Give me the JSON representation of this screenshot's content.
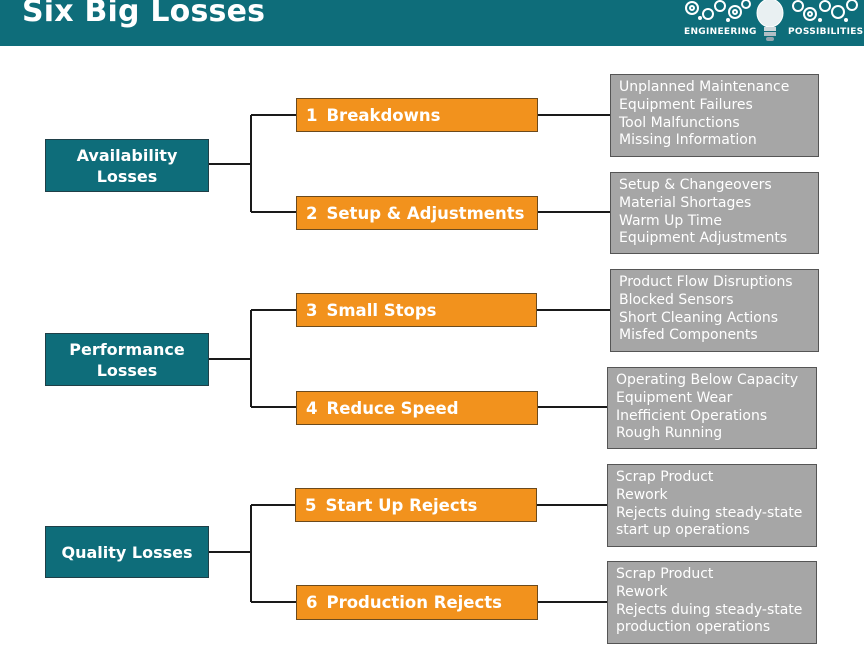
{
  "header": {
    "title": "Six Big Losses",
    "logo_left": "ENGINEERING",
    "logo_right": "POSSIBILITIES"
  },
  "colors": {
    "header_bg": "#0e6d7a",
    "category_bg": "#0e6d7a",
    "loss_bg": "#f2921d",
    "detail_bg": "#a6a6a6"
  },
  "categories": [
    {
      "label_lines": [
        "Availability",
        "Losses"
      ]
    },
    {
      "label_lines": [
        "Performance",
        "Losses"
      ]
    },
    {
      "label_lines": [
        "Quality Losses"
      ]
    }
  ],
  "losses": [
    {
      "number": "1",
      "label": "Breakdowns",
      "details": [
        "Unplanned Maintenance",
        "Equipment Failures",
        "Tool Malfunctions",
        "Missing Information"
      ]
    },
    {
      "number": "2",
      "label": "Setup & Adjustments",
      "details": [
        "Setup & Changeovers",
        "Material Shortages",
        "Warm Up Time",
        "Equipment Adjustments"
      ]
    },
    {
      "number": "3",
      "label": "Small Stops",
      "details": [
        "Product Flow Disruptions",
        "Blocked Sensors",
        "Short Cleaning Actions",
        "Misfed Components"
      ]
    },
    {
      "number": "4",
      "label": "Reduce Speed",
      "details": [
        "Operating Below Capacity",
        "Equipment Wear",
        "Inefficient Operations",
        "Rough Running"
      ]
    },
    {
      "number": "5",
      "label": "Start Up Rejects",
      "details": [
        "Scrap Product",
        "Rework",
        "Rejects duing steady-state",
        "start up operations"
      ]
    },
    {
      "number": "6",
      "label": "Production Rejects",
      "details": [
        "Scrap Product",
        "Rework",
        "Rejects duing steady-state",
        "production operations"
      ]
    }
  ]
}
